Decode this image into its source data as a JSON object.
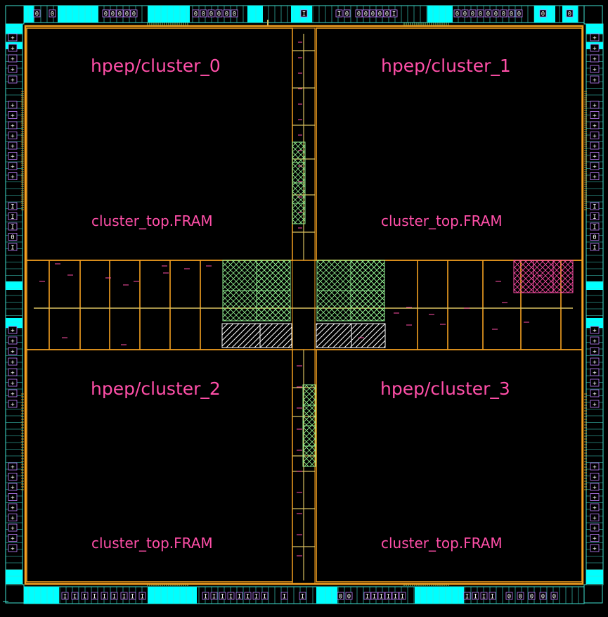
{
  "layout": {
    "blocks": [
      {
        "instance": "hpep/cluster_0",
        "master": "cluster_top.FRAM"
      },
      {
        "instance": "hpep/cluster_1",
        "master": "cluster_top.FRAM"
      },
      {
        "instance": "hpep/cluster_2",
        "master": "cluster_top.FRAM"
      },
      {
        "instance": "hpep/cluster_3",
        "master": "cluster_top.FRAM"
      }
    ],
    "io": {
      "top_glyphs": [
        "0",
        "0",
        "0",
        "0",
        "0",
        "0",
        "0",
        "0",
        "0",
        "0",
        "0",
        "0",
        "0",
        "I",
        "I",
        "0",
        "0",
        "0",
        "0",
        "0",
        "0",
        "I",
        "0",
        "0",
        "0",
        "0",
        "0",
        "0",
        "0",
        "0",
        "0",
        "0",
        "0",
        "0"
      ],
      "bottom_glyphs": [
        "I",
        "I",
        "I",
        "I",
        "I",
        "I",
        "I",
        "I",
        "I",
        "I",
        "I",
        "I",
        "I",
        "I",
        "I",
        "I",
        "I",
        "I",
        "I",
        "0",
        "0",
        "I",
        "I",
        "I",
        "I",
        "I",
        "I",
        "I",
        "I",
        "I",
        "I",
        "0",
        "0",
        "0",
        "0",
        "0"
      ],
      "left_glyphs": [
        "+",
        "+",
        "+",
        "+",
        "+",
        "+",
        "+",
        "+",
        "+",
        "+",
        "+",
        "+",
        "+",
        "I",
        "I",
        "I",
        "0",
        "I",
        "+",
        "+",
        "+",
        "+",
        "+",
        "+",
        "+",
        "+",
        "+",
        "+",
        "+",
        "+",
        "+",
        "+",
        "+",
        "+",
        "+"
      ],
      "right_glyphs": [
        "+",
        "+",
        "+",
        "+",
        "+",
        "+",
        "+",
        "+",
        "+",
        "+",
        "+",
        "+",
        "+",
        "I",
        "I",
        "I",
        "0",
        "I",
        "+",
        "+",
        "+",
        "+",
        "+",
        "+",
        "+",
        "+",
        "+",
        "+",
        "+",
        "+",
        "+",
        "+",
        "+",
        "+",
        "+"
      ]
    },
    "colors": {
      "background": "#000000",
      "pad": "#00ffff",
      "pad_outline": "#40e0d0",
      "pad_inner": "#c080ff",
      "block_outline": "#f4a020",
      "macro_green": "#90ee90",
      "macro_magenta": "#ff4fa8",
      "hatch": "#ffffff",
      "route": "#d8c060",
      "label": "#ff4fa8"
    }
  }
}
